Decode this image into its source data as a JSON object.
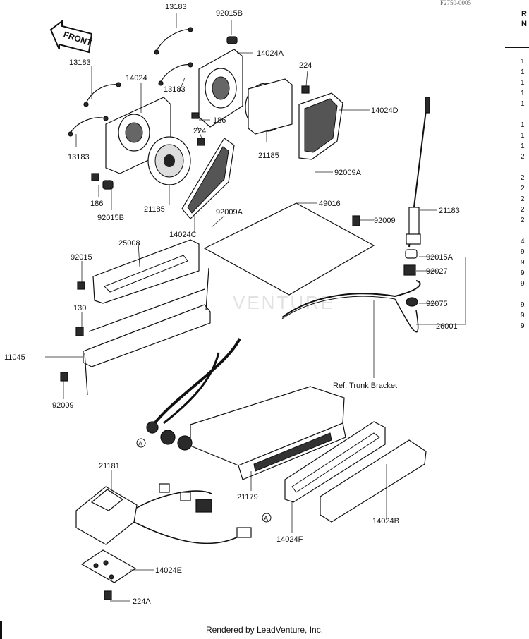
{
  "page_code": "F2750-0005",
  "front_label": "FRONT",
  "footer": "Rendered by LeadVenture, Inc.",
  "watermark": "VENTURE",
  "ref_trunk": "Ref. Trunk Bracket",
  "connector_mark": "A",
  "labels": {
    "l13183a": "13183",
    "l92015b_top": "92015B",
    "l14024a": "14024A",
    "l13183b": "13183",
    "l224a": "224",
    "l14024": "14024",
    "l13183c": "13183",
    "l186a": "186",
    "l14024d": "14024D",
    "l224b": "224",
    "l21185a": "21185",
    "l13183d": "13183",
    "l92009a_r": "92009A",
    "l186b": "186",
    "l92015b_bot": "92015B",
    "l21185b": "21185",
    "l92009a_l": "92009A",
    "l14024c": "14024C",
    "l49016": "49016",
    "l92009_top": "92009",
    "l21183": "21183",
    "l25008": "25008",
    "l92015": "92015",
    "l92015a": "92015A",
    "l92027": "92027",
    "l92075": "92075",
    "l130": "130",
    "l26001": "26001",
    "l11045": "11045",
    "l92009_bot": "92009",
    "l21181": "21181",
    "l21179": "21179",
    "l14024f": "14024F",
    "l14024b": "14024B",
    "l14024e": "14024E",
    "l224c": "224A"
  },
  "edge_text": [
    "1",
    "1",
    "1",
    "1",
    "1",
    "1",
    "1",
    "1",
    "2",
    "2",
    "2",
    "2",
    "2",
    "2",
    "4",
    "9",
    "9",
    "9",
    "9",
    "9",
    "9",
    "9"
  ],
  "edge_header": [
    "R",
    "N"
  ]
}
